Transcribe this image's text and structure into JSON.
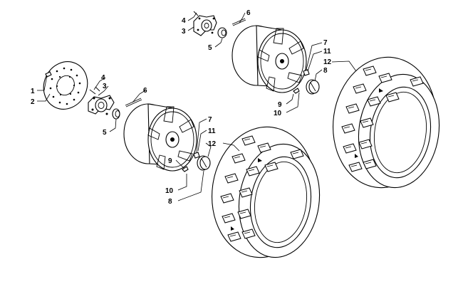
{
  "callouts": {
    "front_1": "1",
    "front_2": "2",
    "front_3": "3",
    "front_4": "4",
    "front_5": "5",
    "front_6": "6",
    "front_7": "7",
    "front_8": "8",
    "front_9": "9",
    "front_10": "10",
    "front_11": "11",
    "front_12": "12",
    "rear_3": "3",
    "rear_4": "4",
    "rear_5": "5",
    "rear_6": "6",
    "rear_7": "7",
    "rear_8": "8",
    "rear_9": "9",
    "rear_10": "10",
    "rear_11": "11",
    "rear_12": "12"
  }
}
